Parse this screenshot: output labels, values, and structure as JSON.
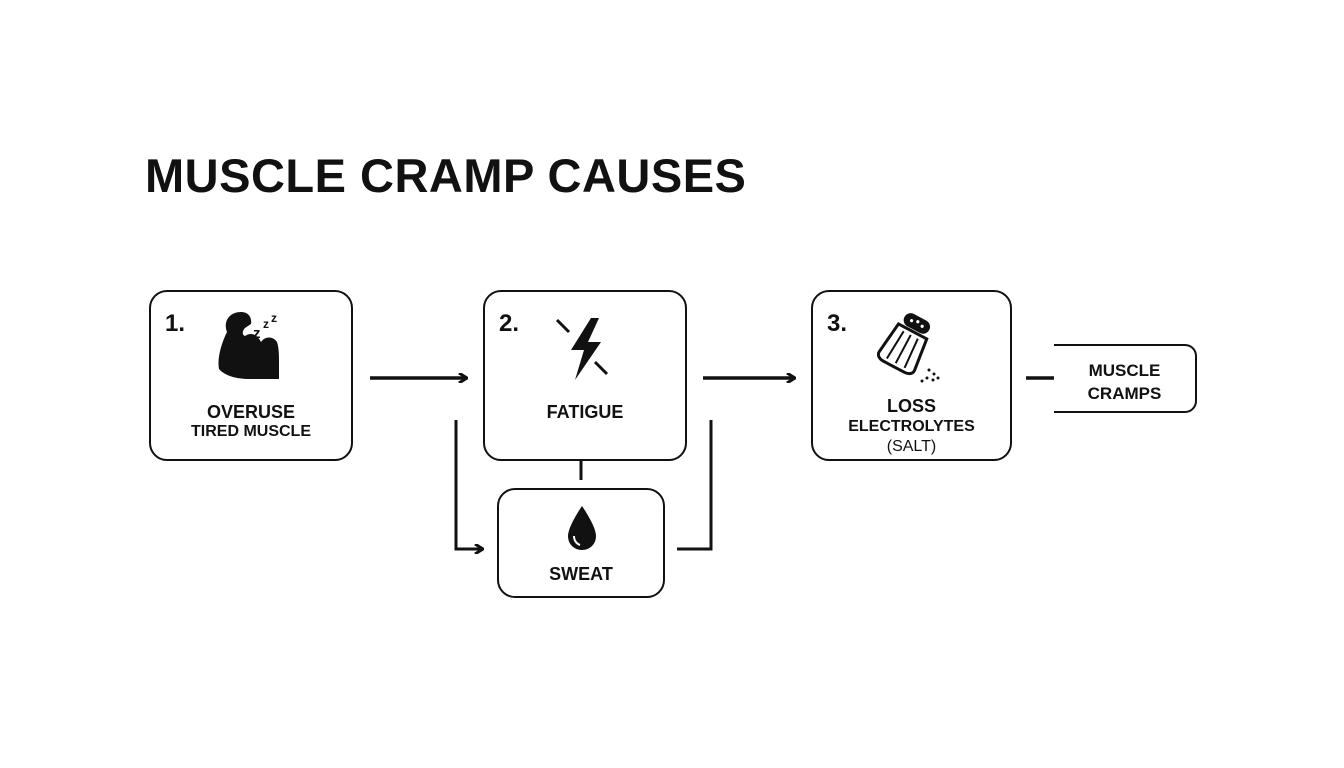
{
  "title": "MUSCLE CRAMP CAUSES",
  "steps": [
    {
      "number": "1.",
      "label": "OVERUSE",
      "sublabel": "TIRED MUSCLE",
      "icon": "flexed-bicep-sleeping-icon"
    },
    {
      "number": "2.",
      "label": "FATIGUE",
      "icon": "lightning-bolt-icon"
    },
    {
      "number": "3.",
      "label": "LOSS",
      "sublabel": "ELECTROLYTES",
      "sublabel2": "(SALT)",
      "icon": "salt-shaker-icon"
    }
  ],
  "sweat": {
    "label": "SWEAT",
    "icon": "water-drop-icon"
  },
  "result": {
    "line1": "MUSCLE",
    "line2": "CRAMPS"
  },
  "colors": {
    "stroke": "#111111",
    "background": "#ffffff"
  }
}
